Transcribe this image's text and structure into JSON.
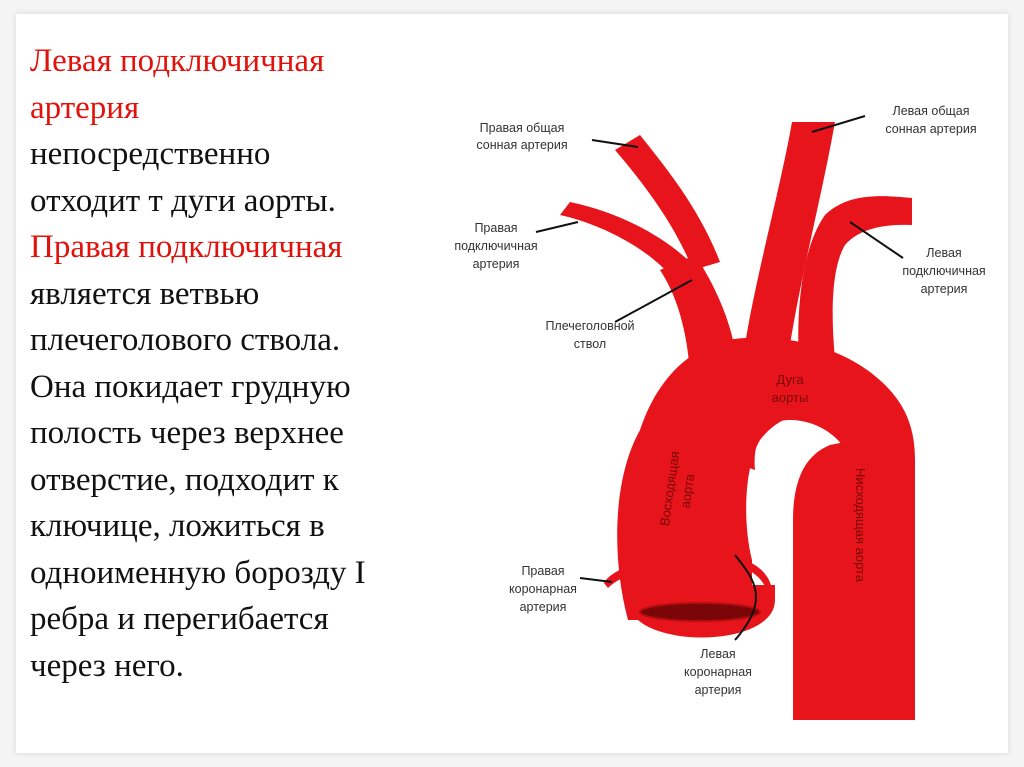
{
  "text": {
    "lines": [
      {
        "text": "Левая подключичная",
        "color": "#e1120c"
      },
      {
        "text": "артерия",
        "color": "#e1120c"
      },
      {
        "text": "непосредственно",
        "color": "#111111"
      },
      {
        "text": "отходит т дуги аорты.",
        "color": "#111111"
      },
      {
        "text": "Правая подключичная",
        "color": "#e1120c"
      },
      {
        "text": "является ветвью",
        "color": "#111111"
      },
      {
        "text": "плечеголового ствола.",
        "color": "#111111"
      },
      {
        "text": "Она покидает грудную",
        "color": "#111111"
      },
      {
        "text": "полость через верхнее",
        "color": "#111111"
      },
      {
        "text": "отверстие, подходит к",
        "color": "#111111"
      },
      {
        "text": "ключице, ложиться в",
        "color": "#111111"
      },
      {
        "text": "одноименную борозду I",
        "color": "#111111"
      },
      {
        "text": "ребра и перегибается",
        "color": "#111111"
      },
      {
        "text": "через него.",
        "color": "#111111"
      }
    ]
  },
  "diagram": {
    "vessel_color": "#e8141b",
    "labels": {
      "right_common_carotid": [
        "Правая общая",
        "сонная артерия"
      ],
      "left_common_carotid": [
        "Левая общая",
        "сонная артерия"
      ],
      "right_subclavian": [
        "Правая",
        "подключичная",
        "артерия"
      ],
      "left_subclavian": [
        "Левая",
        "подключичная",
        "артерия"
      ],
      "brachiocephalic": [
        "Плечеголовной",
        "ствол"
      ],
      "aortic_arch": [
        "Дуга",
        "аорты"
      ],
      "ascending_aorta": [
        "Восходящая",
        "аорта"
      ],
      "descending_aorta": "Нисходящая аорта",
      "right_coronary": [
        "Правая",
        "коронарная",
        "артерия"
      ],
      "left_coronary": [
        "Левая",
        "коронарная",
        "артерия"
      ]
    }
  }
}
